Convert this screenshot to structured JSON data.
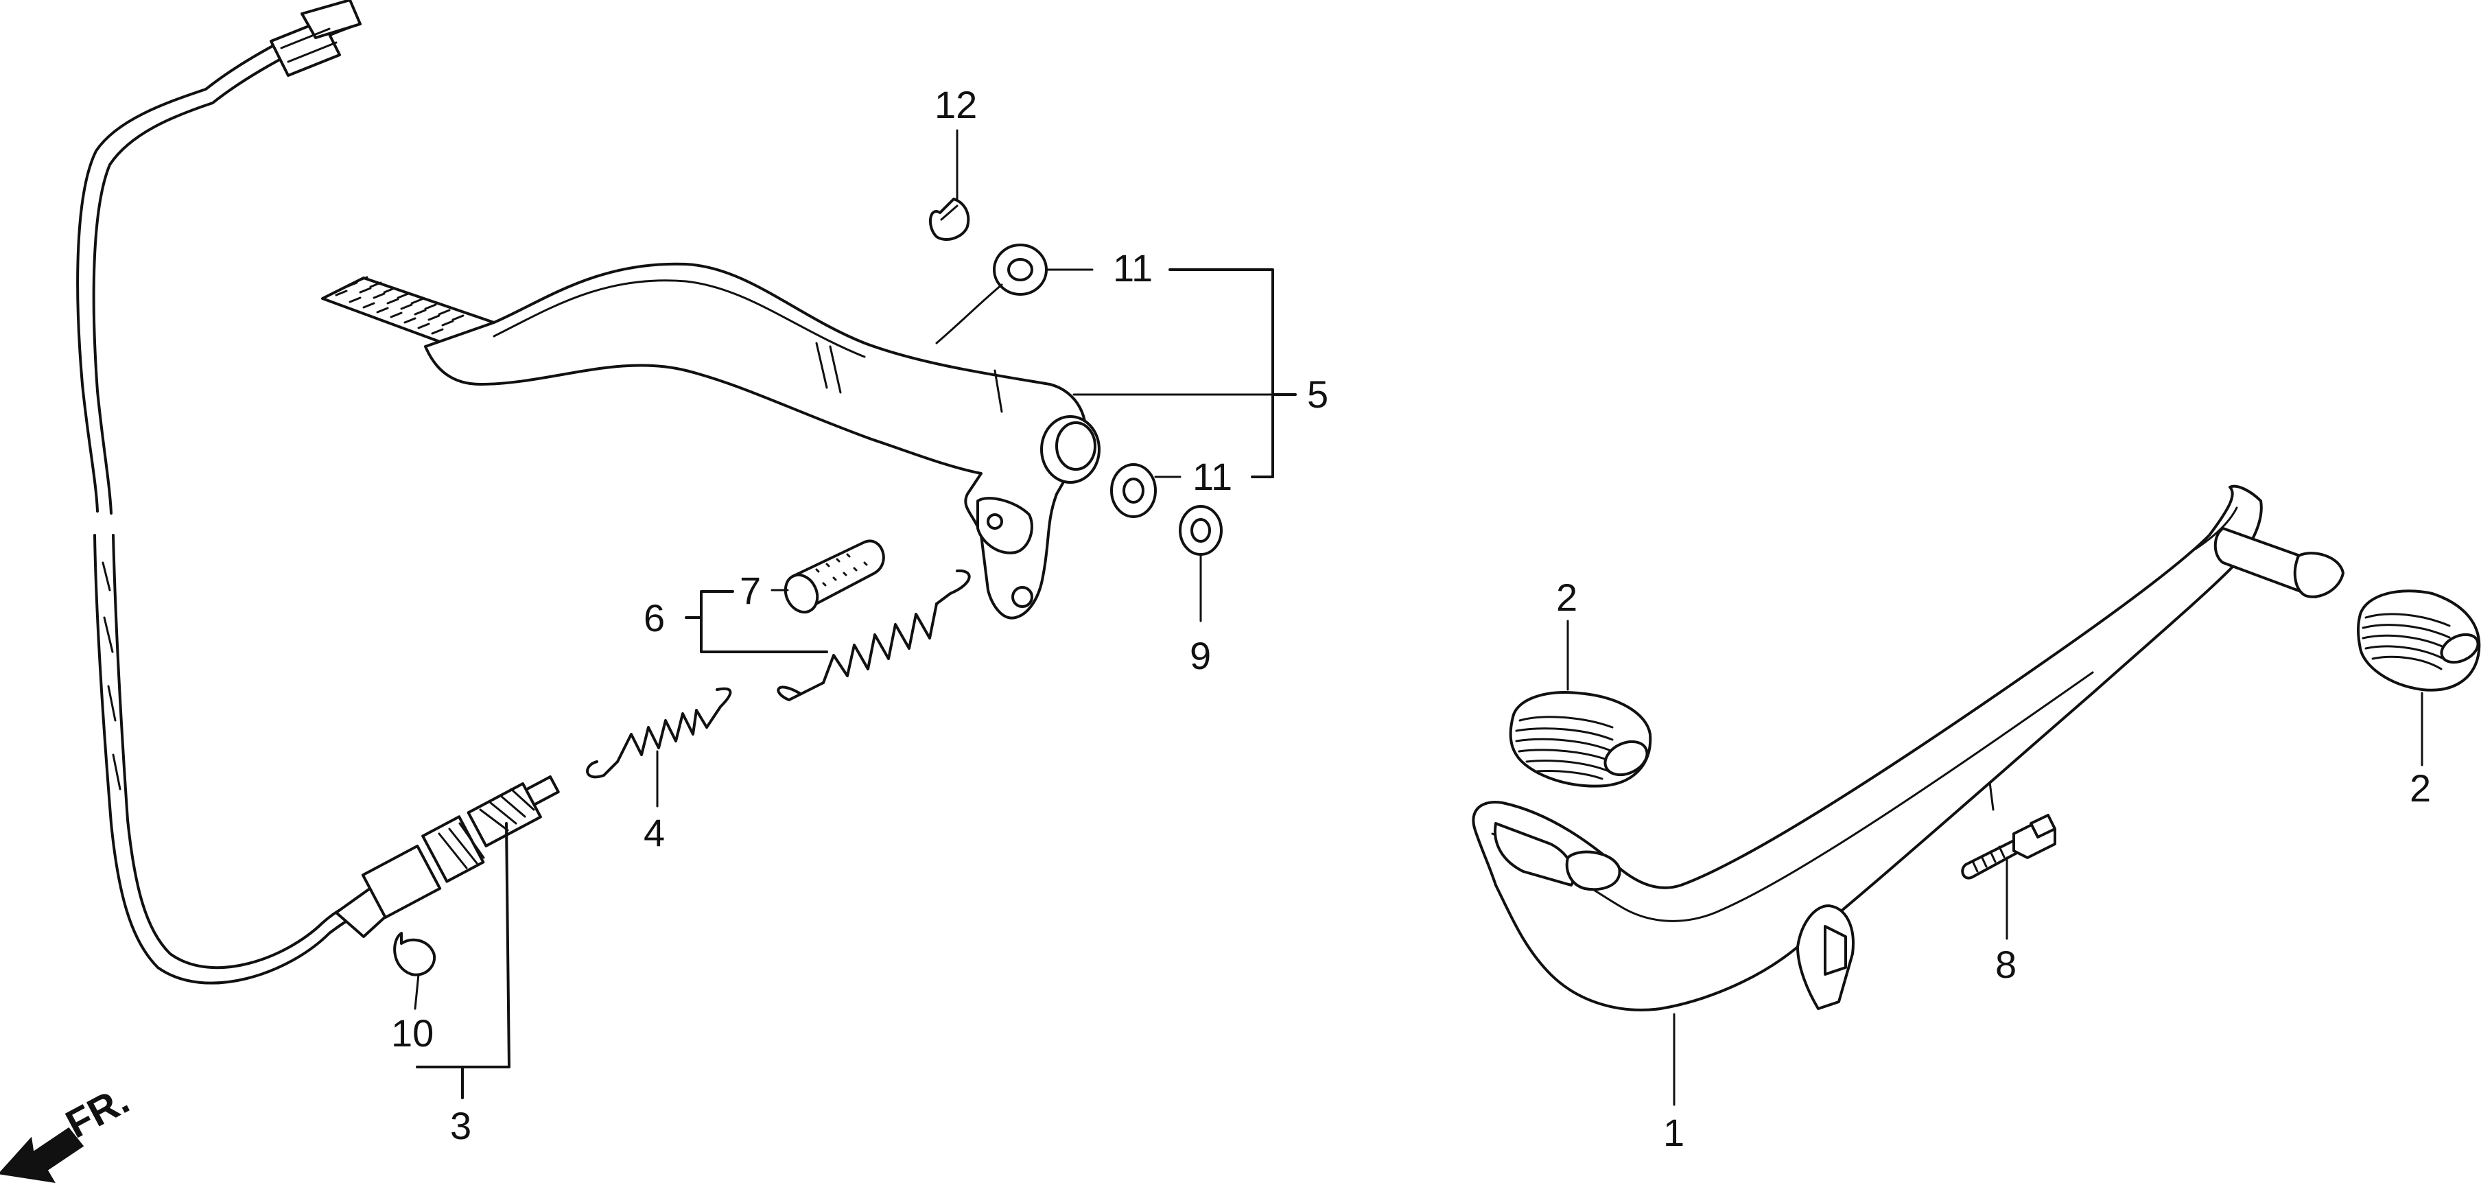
{
  "labels": {
    "l1": "1",
    "l2a": "2",
    "l2b": "2",
    "l3": "3",
    "l4": "4",
    "l5": "5",
    "l6": "6",
    "l7": "7",
    "l8": "8",
    "l9": "9",
    "l10": "10",
    "l11a": "11",
    "l11b": "11",
    "l12": "12"
  },
  "direction": {
    "text": "FR.",
    "icon": "front-arrow-icon"
  }
}
